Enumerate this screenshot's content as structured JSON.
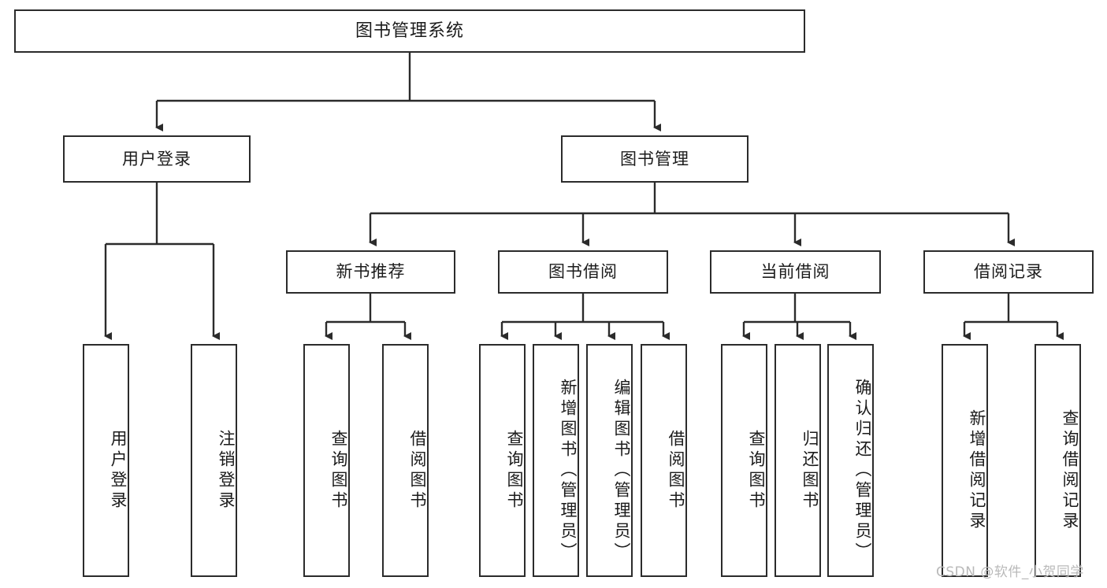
{
  "diagram": {
    "title": "图书管理系统",
    "type": "hierarchy-tree",
    "root": {
      "label": "图书管理系统"
    },
    "level2": [
      {
        "label": "用户登录"
      },
      {
        "label": "图书管理"
      }
    ],
    "level3": [
      {
        "label": "新书推荐"
      },
      {
        "label": "图书借阅"
      },
      {
        "label": "当前借阅"
      },
      {
        "label": "借阅记录"
      }
    ],
    "leaves": {
      "user_login": [
        {
          "label": "用户登录"
        },
        {
          "label": "注销登录"
        }
      ],
      "new_book_recommend": [
        {
          "label": "查询图书"
        },
        {
          "label": "借阅图书"
        }
      ],
      "book_borrow": [
        {
          "label": "查询图书"
        },
        {
          "label": "新增图书（管理员）"
        },
        {
          "label": "编辑图书（管理员）"
        },
        {
          "label": "借阅图书"
        }
      ],
      "current_borrow": [
        {
          "label": "查询图书"
        },
        {
          "label": "归还图书"
        },
        {
          "label": "确认归还（管理员）"
        }
      ],
      "borrow_record": [
        {
          "label": "新增借阅记录"
        },
        {
          "label": "查询借阅记录"
        }
      ]
    }
  },
  "watermark": {
    "text": "CSDN @软件_小贺同学"
  },
  "colors": {
    "border": "#2b2b2b",
    "background": "#ffffff",
    "text": "#1b1b1b",
    "watermark": "#b9b9b9"
  }
}
